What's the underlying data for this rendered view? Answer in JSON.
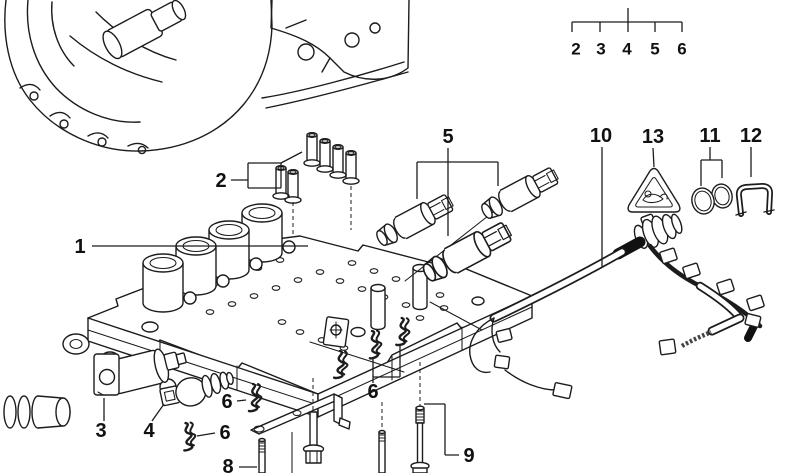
{
  "colors": {
    "background": "#ffffff",
    "line": "#1c1c1c"
  },
  "legend": {
    "parent": "1",
    "children": [
      "2",
      "3",
      "4",
      "5",
      "6"
    ]
  },
  "callouts": {
    "valve_body": "1",
    "guide_sleeves": "2",
    "solenoid_valve_left": "3",
    "solenoid_valve_front": "4",
    "pressure_regulators": "5",
    "spring_clip_right": "6",
    "spring_clip_left": "6",
    "spring_clip_center": "6",
    "threaded_stud": "8",
    "mounting_bolts": "9",
    "wiring_harness": "10",
    "o_rings": "11",
    "retaining_clamp": "12",
    "warning_label": "13"
  }
}
